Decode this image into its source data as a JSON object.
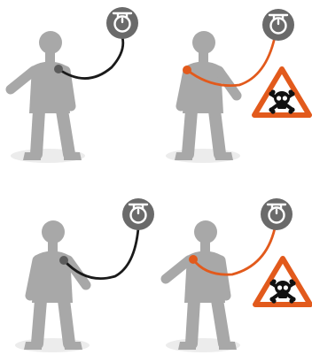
{
  "colors": {
    "figure": "#a8a8a8",
    "shadow": "#ececec",
    "device": "#6a6a6a",
    "safe_cable": "#1a1a1a",
    "safe_contact": "#5c5c5c",
    "danger": "#e25a1c",
    "skull": "#111111",
    "sign_fill": "#ffffff"
  },
  "panels": [
    {
      "id": "top-left",
      "state": "safe",
      "device_icon": "grounding-clamp-icon",
      "warning": false
    },
    {
      "id": "top-right",
      "state": "hazard",
      "device_icon": "grounding-clamp-icon",
      "warning": true,
      "warning_icon": "skull-crossbones-warning-icon"
    },
    {
      "id": "bottom-left",
      "state": "safe",
      "device_icon": "grounding-clamp-icon",
      "warning": false
    },
    {
      "id": "bottom-right",
      "state": "hazard",
      "device_icon": "grounding-clamp-icon",
      "warning": true,
      "warning_icon": "skull-crossbones-warning-icon"
    }
  ]
}
